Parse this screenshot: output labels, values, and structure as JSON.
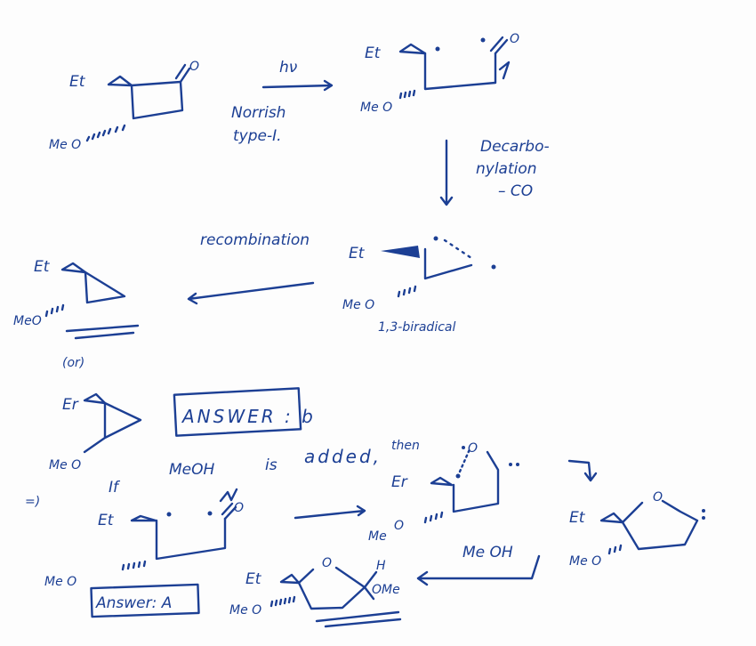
{
  "ink_color": "#1c3f94",
  "labels": {
    "et": "Et",
    "er": "Er",
    "o": "O",
    "meo": "Me O",
    "meo_compact": "MeO",
    "me": "Me",
    "h": "H",
    "ome": "OMe"
  },
  "step1": {
    "reagent": "hν",
    "name_line1": "Norrish",
    "name_line2": "type-I."
  },
  "step2": {
    "line1": "Decarbo-",
    "line2": "nylation",
    "line3": "– CO"
  },
  "step3": {
    "label": "recombination",
    "intermediate": "1,3-biradical"
  },
  "or_label": "(or)",
  "answer_b": "ANSWER : b",
  "meoh_section": {
    "implies": "=)",
    "sentence": [
      "If",
      "MeOH",
      "is",
      "added,",
      "then"
    ],
    "reagent": "Me OH",
    "answer": "Answer: A"
  }
}
